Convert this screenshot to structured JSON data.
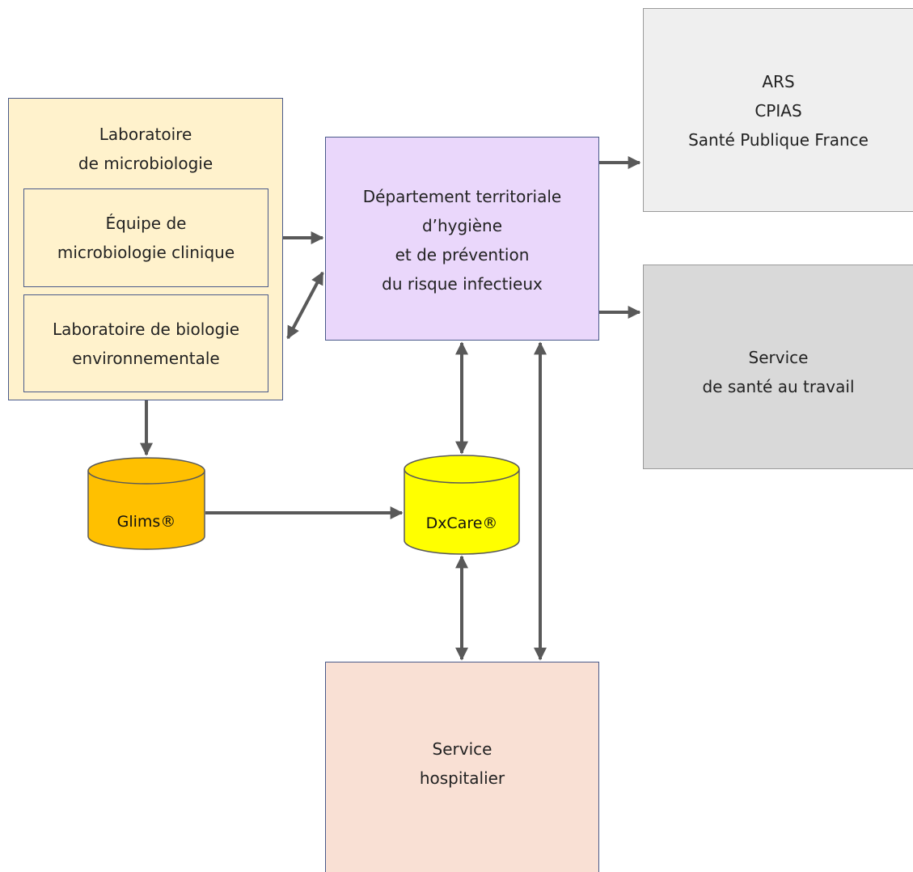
{
  "nodes": {
    "laboratoire": {
      "line1": "Laboratoire",
      "line2": "de microbiologie"
    },
    "equipe": {
      "line1": "Équipe de",
      "line2": "microbiologie clinique"
    },
    "bio_env": {
      "line1": "Laboratoire de biologie",
      "line2": "environnementale"
    },
    "departement": {
      "line1": "Département territoriale",
      "line2": "d’hygiène",
      "line3": "et de prévention",
      "line4": "du risque infectieux"
    },
    "autorites": {
      "line1": "ARS",
      "line2": "CPIAS",
      "line3": "Santé Publique France"
    },
    "sante_travail": {
      "line1": "Service",
      "line2": "de santé au travail"
    },
    "hospitalier": {
      "line1": "Service",
      "line2": "hospitalier"
    },
    "glims": {
      "label": "Glims®",
      "color": "#ffc000"
    },
    "dxcare": {
      "label": "DxCare®",
      "color": "#ffff00"
    }
  },
  "colors": {
    "arrow": "#595959",
    "lab_fill": "#fff2cc",
    "dept_fill": "#ead7fb",
    "ars_fill": "#efefef",
    "sst_fill": "#d9d9d9",
    "hosp_fill": "#f9e0d4"
  }
}
